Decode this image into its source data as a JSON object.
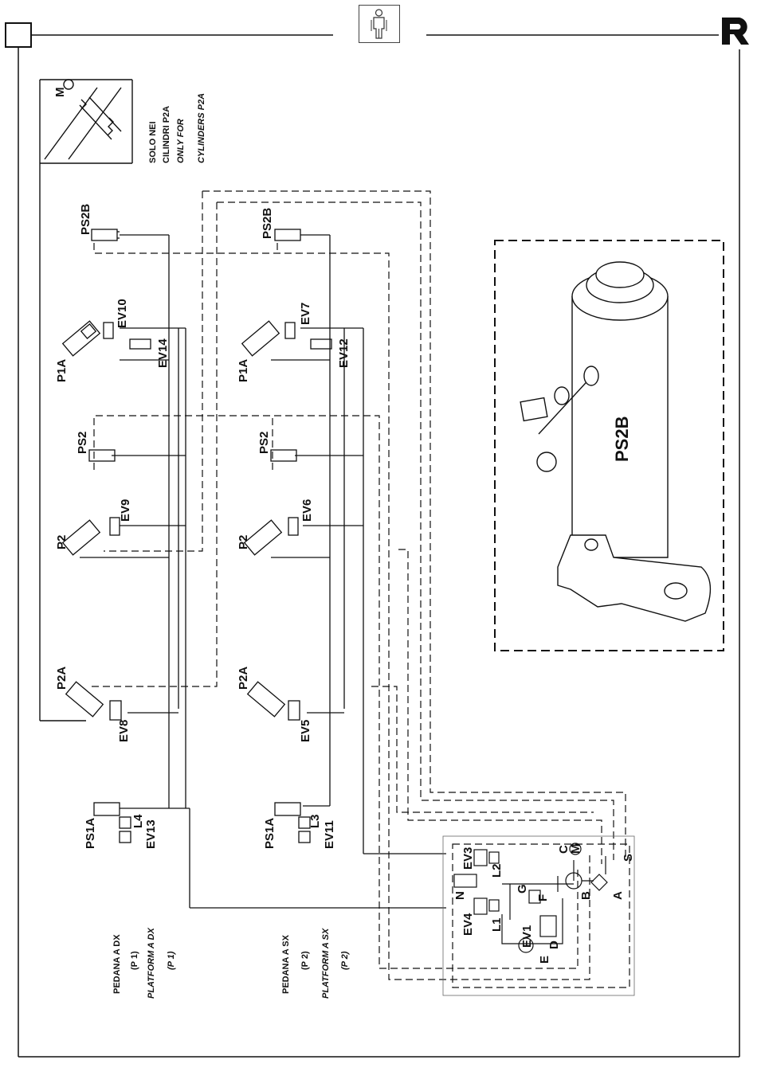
{
  "header": {
    "page_box": "",
    "icon": "mechanic-person-icon",
    "logo": "brand-r-logo"
  },
  "note": {
    "line1": "SOLO NEI",
    "line2": "CILINDRI P2A",
    "line3": "ONLY FOR",
    "line4": "CYLINDERS P2A",
    "motor": "M"
  },
  "labels": {
    "ps2b_r": "PS2B",
    "ps2b_l": "PS2B",
    "p1a_r": "P1A",
    "p1a_l": "P1A",
    "ev10": "EV10",
    "ev14": "EV14",
    "ev7": "EV7",
    "ev12": "EV12",
    "ps2_r": "PS2",
    "ps2_l": "PS2",
    "p2_r": "P2",
    "p2_l": "P2",
    "ev9": "EV9",
    "ev6": "EV6",
    "p2a_r": "P2A",
    "p2a_l": "P2A",
    "ev8": "EV8",
    "ev5": "EV5",
    "ps1a_r": "PS1A",
    "ps1a_l": "PS1A",
    "l4": "L4",
    "ev13": "EV13",
    "l3": "L3",
    "ev11": "EV11"
  },
  "unit": {
    "ev3": "EV3",
    "l2": "L2",
    "c": "C",
    "m": "M",
    "s": "S",
    "n": "N",
    "g": "G",
    "f": "F",
    "b": "B",
    "a": "A",
    "ev4": "EV4",
    "l1": "L1",
    "ev1": "EV1",
    "d": "D",
    "e": "E"
  },
  "legend": {
    "dx_it": "PEDANA  A  DX",
    "dx_p_it": "(P 1)",
    "dx_en": "PLATFORM  A  DX",
    "dx_p_en": "(P 1)",
    "sx_it": "PEDANA  A  SX",
    "sx_p_it": "(P 2)",
    "sx_en": "PLATFORM  A  SX",
    "sx_p_en": "(P 2)"
  },
  "detail": {
    "title": "PS2B"
  }
}
